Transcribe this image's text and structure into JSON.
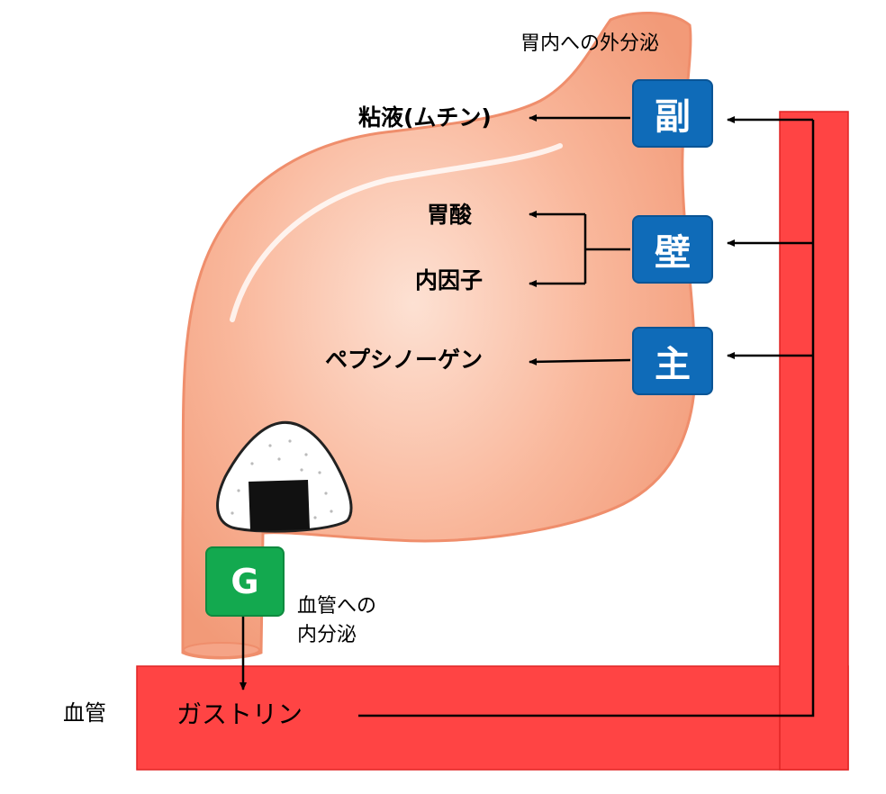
{
  "labels": {
    "exocrine": "胃内への外分泌",
    "mucus": "粘液(ムチン)",
    "acid": "胃酸",
    "intrinsic_factor": "内因子",
    "pepsinogen": "ペプシノーゲン",
    "endocrine_line1": "血管への",
    "endocrine_line2": "内分泌",
    "blood_vessel": "血管",
    "gastrin": "ガストリン"
  },
  "cells": {
    "accessory": "副",
    "parietal": "壁",
    "chief": "主",
    "g_cell": "G"
  },
  "colors": {
    "stomach": "#f7a98a",
    "stomach_edge": "#ef8e6c",
    "vessel": "#ff4444",
    "cell_blue": "#0f6bb8",
    "cell_green": "#13a94f",
    "arrow": "#000000"
  },
  "icons": {
    "food": "onigiri-icon"
  }
}
